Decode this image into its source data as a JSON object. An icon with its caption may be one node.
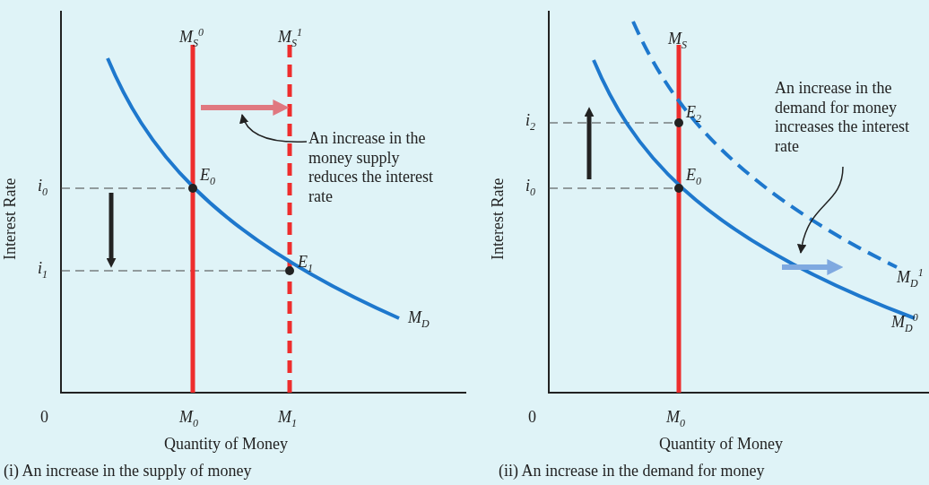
{
  "diagram": {
    "nodes": [
      {
        "text": [
          "An increase in the money supply reduces the interest rate"
        ]
      },
      {
        "text": [],
        "shape": "arrow"
      },
      {
        "text": [
          "An increase in the demand for money increases the interest rate"
        ]
      },
      {
        "text": [],
        "shape": "arrow"
      }
    ],
    "edges": [
      {
        "from": 0,
        "to": 1,
        "arrow": "to"
      },
      {
        "from": 2,
        "to": 3,
        "arrow": "to"
      }
    ],
    "labels": [
      "M$_{S}$$^{0}$",
      "M$_{S}$$^{1}$",
      "E$_{0}$",
      "i$_{0}$",
      "Interest Rate",
      "i$_{1}$",
      "E$_{1}$",
      "M$_{D}$",
      "0",
      "M$_{0}$",
      "M$_{1}$",
      "Quantity of Money",
      "(i) An increase in the supply of money",
      "M$_{S}$",
      "i$_{2}$",
      "E$_{2}$",
      "E$_{0}$",
      "i$_{0}$",
      "Interest Rate",
      "M$_{D}$$^{1}$",
      "M$_{D}$$^{0}$",
      "0",
      "M$_{0}$",
      "Quantity of Money",
      "(ii) An increase in the demand for money"
    ]
  }
}
